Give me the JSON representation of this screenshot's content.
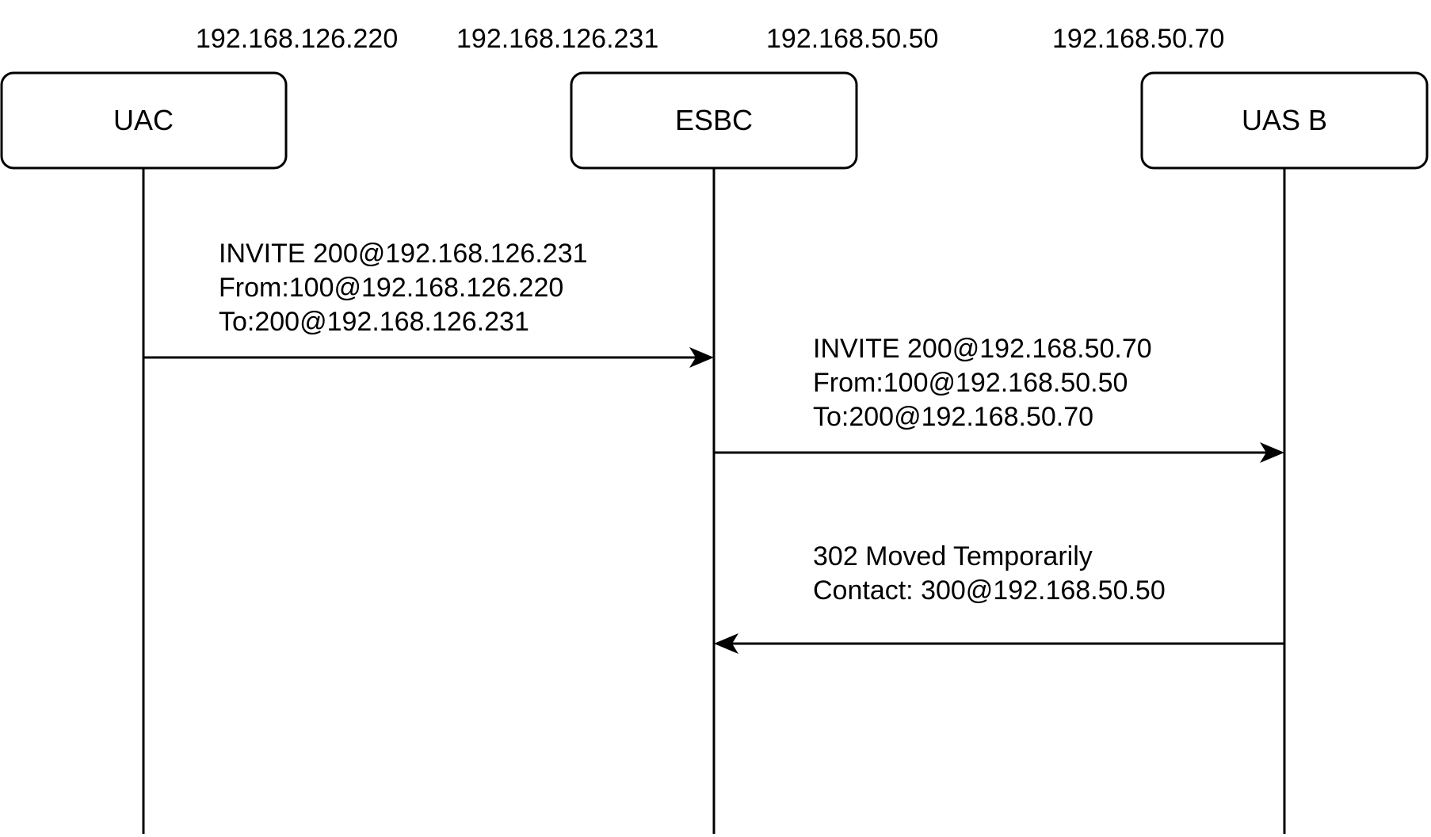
{
  "ip_labels": [
    "192.168.126.220",
    "192.168.126.231",
    "192.168.50.50",
    "192.168.50.70"
  ],
  "participants": [
    {
      "id": "uac",
      "label": "UAC"
    },
    {
      "id": "esbc",
      "label": "ESBC"
    },
    {
      "id": "uas-b",
      "label": "UAS B"
    }
  ],
  "messages": [
    {
      "id": "invite-uac-esbc",
      "from": "uac",
      "to": "esbc",
      "lines": [
        "INVITE 200@192.168.126.231",
        "From:100@192.168.126.220",
        "To:200@192.168.126.231"
      ]
    },
    {
      "id": "invite-esbc-uasb",
      "from": "esbc",
      "to": "uas-b",
      "lines": [
        "INVITE 200@192.168.50.70",
        "From:100@192.168.50.50",
        "To:200@192.168.50.70"
      ]
    },
    {
      "id": "moved-uasb-esbc",
      "from": "uas-b",
      "to": "esbc",
      "lines": [
        "302 Moved Temporarily",
        "Contact: 300@192.168.50.50"
      ]
    }
  ],
  "colors": {
    "line": "#000000",
    "background": "#ffffff"
  }
}
